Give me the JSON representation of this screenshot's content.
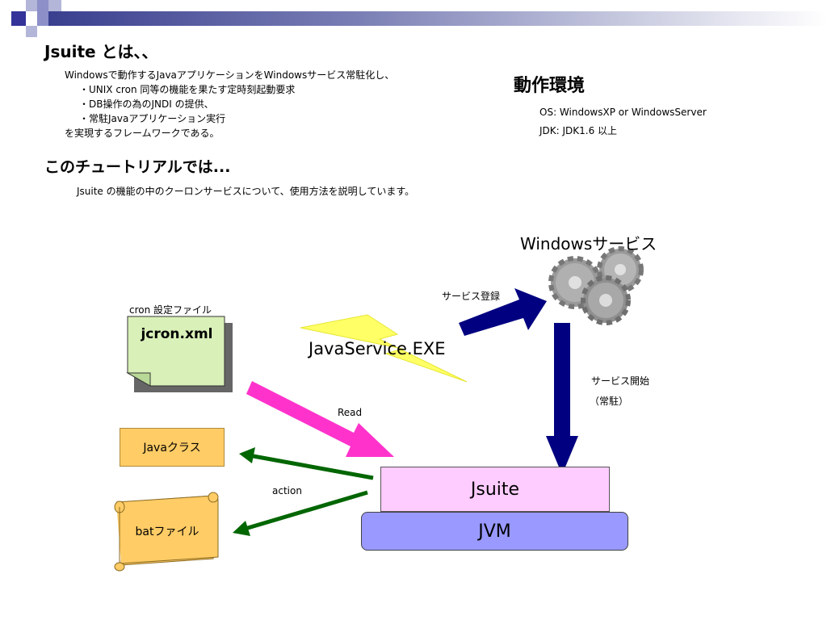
{
  "header": {
    "colors": {
      "dark": "#333399",
      "light": "#b3b5d9"
    }
  },
  "main": {
    "title": "Jsuite とは、、",
    "intro": {
      "line1": "Windowsで動作するJavaアプリケーションをWindowsサービス常駐化し、",
      "bullet1": "・UNIX  cron 同等の機能を果たす定時刻起動要求",
      "bullet2": "・DB操作の為のJNDI の提供、",
      "bullet3": "・常駐Javaアプリケーション実行",
      "line_end": "を実現するフレームワークである。"
    },
    "tutorial_title": "このチュートリアルでは...",
    "tutorial_desc": "Jsuite の機能の中のクーロンサービスについて、使用方法を説明しています。"
  },
  "environment": {
    "title": "動作環境",
    "os": "OS: WindowsXP or WindowsServer",
    "jdk": "JDK:  JDK1.6 以上"
  },
  "diagram": {
    "windows_service": "Windowsサービス",
    "service_register": "サービス登録",
    "javaservice": "JavaService.EXE",
    "service_start": "サービス開始",
    "resident": "（常駐）",
    "cron_config": "cron 設定ファイル",
    "jcron": "jcron.xml",
    "read": "Read",
    "java_class": "Javaクラス",
    "action": "action",
    "bat_file": "batファイル",
    "jsuite": "Jsuite",
    "jvm": "JVM",
    "colors": {
      "pink_arrow": "#ff33cc",
      "navy_arrow": "#000080",
      "green_arrow": "#006600",
      "lightning": "#ffff66",
      "note": "#d9f0b8",
      "orange": "#ffcc66",
      "jsuite_fill": "#ffccff",
      "jvm_fill": "#9999ff"
    },
    "icons": [
      "gears-icon",
      "lightning-icon",
      "note-icon",
      "scroll-icon"
    ]
  }
}
